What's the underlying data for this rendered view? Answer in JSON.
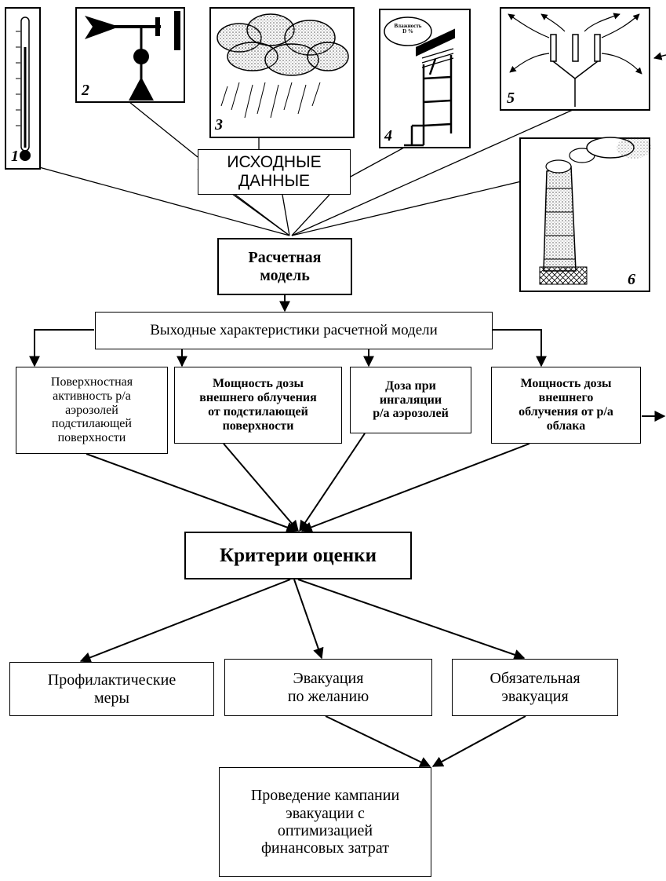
{
  "pictures": [
    {
      "number": "1",
      "icon": "thermometer-icon"
    },
    {
      "number": "2",
      "icon": "wind-vane-icon"
    },
    {
      "number": "3",
      "icon": "rain-cloud-icon"
    },
    {
      "number": "4",
      "icon": "humidity-stand-icon",
      "sign_text": "Влажность\nD %"
    },
    {
      "number": "5",
      "icon": "wind-turbulence-icon"
    },
    {
      "number": "6",
      "icon": "stack-plume-icon"
    }
  ],
  "boxes": {
    "input_data": "ИСХОДНЫЕ\nДАННЫЕ",
    "calc_model": "Расчетная\nмодель",
    "outputs_header": "Выходные характеристики расчетной модели",
    "out1": "Поверхностная\nактивность р/а\nаэрозолей\nподстилающей\nповерхности",
    "out2": "Мощность дозы\nвнешнего облучения\nот подстилающей\nповерхности",
    "out3": "Доза при\nингаляции\nр/а аэрозолей",
    "out4": "Мощность дозы\nвнешнего\nоблучения от р/а\nоблака",
    "criteria": "Критерии оценки",
    "prevent": "Профилактические\nмеры",
    "vol_evac": "Эвакуация\nпо желанию",
    "mand_evac": "Обязательная\nэвакуация",
    "campaign": "Проведение кампании\nэвакуации с\nоптимизацией\nфинансовых затрат"
  }
}
